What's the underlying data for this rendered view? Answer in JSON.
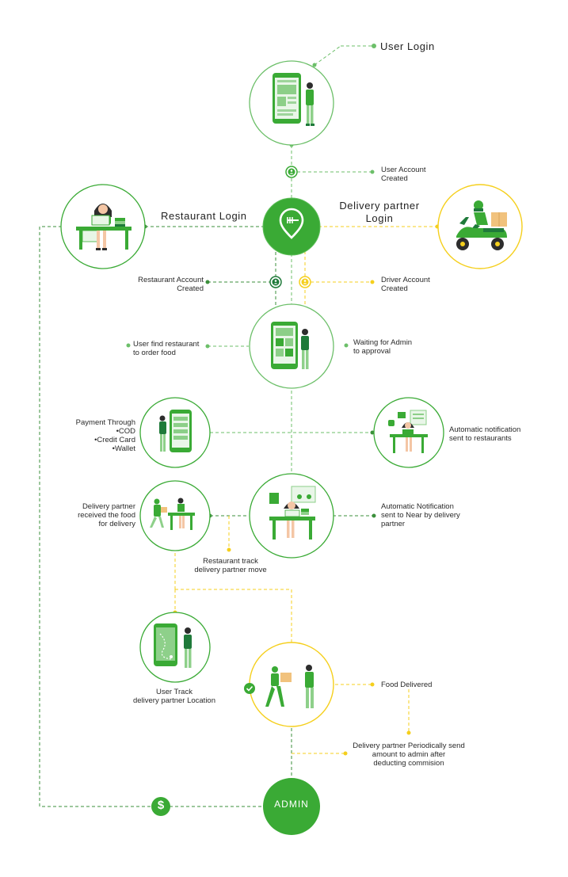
{
  "colors": {
    "green": "#3aaa35",
    "dark_green": "#1f7a3a",
    "light_green": "#8ed08a",
    "yellow": "#f5cf1c"
  },
  "labels": {
    "user_login": "User Login",
    "user_account_created": [
      "User Account",
      "Created"
    ],
    "restaurant_login": "Restaurant Login",
    "delivery_partner_login": [
      "Delivery partner",
      "Login"
    ],
    "restaurant_account_created": [
      "Restaurant Account",
      "Created"
    ],
    "driver_account_created": [
      "Driver Account",
      "Created"
    ],
    "user_find_restaurant": [
      "User find restaurant",
      "to order food"
    ],
    "waiting_for_admin": [
      "Waiting for Admin",
      "to approval"
    ],
    "payment_through": [
      "Payment Through",
      "•COD",
      "•Credit Card",
      "•Wallet"
    ],
    "auto_notification_restaurants": [
      "Automatic notification",
      "sent to restaurants"
    ],
    "delivery_partner_received": [
      "Delivery partner",
      "received the food",
      "for delivery"
    ],
    "auto_notification_partner": [
      "Automatic Notification",
      "sent to Near by delivery",
      "partner"
    ],
    "restaurant_track": [
      "Restaurant track",
      "delivery partner move"
    ],
    "user_track": [
      "User Track",
      "delivery partner Location"
    ],
    "food_delivered": "Food Delivered",
    "periodic_send": [
      "Delivery partner Periodically send",
      "amount to admin after",
      "deducting commision"
    ],
    "admin": "ADMIN",
    "dollar_symbol": "$"
  }
}
